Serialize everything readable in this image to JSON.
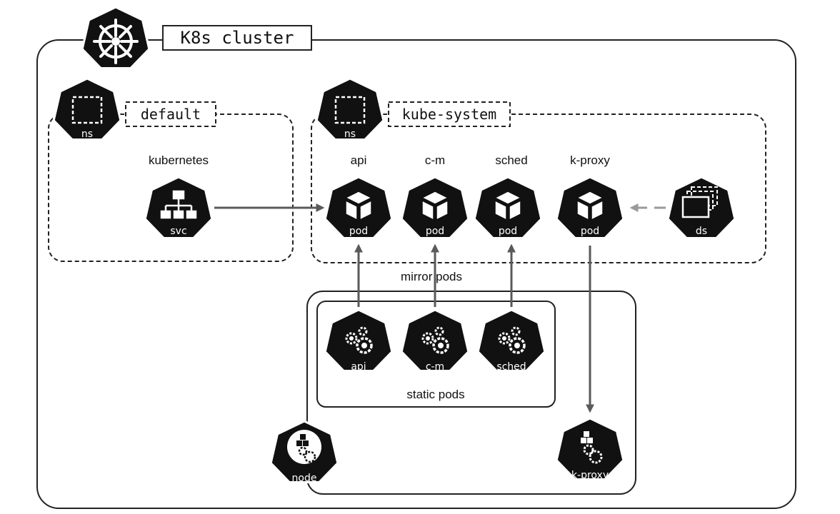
{
  "cluster": {
    "title": "K8s cluster"
  },
  "namespaces": {
    "default": {
      "tag": "default",
      "badge": "ns",
      "service_name": "kubernetes",
      "service_badge": "svc"
    },
    "kube_system": {
      "tag": "kube-system",
      "badge": "ns"
    }
  },
  "pods": [
    {
      "name": "api",
      "badge": "pod"
    },
    {
      "name": "c-m",
      "badge": "pod"
    },
    {
      "name": "sched",
      "badge": "pod"
    },
    {
      "name": "k-proxy",
      "badge": "pod"
    }
  ],
  "daemonset": {
    "badge": "ds"
  },
  "mirror_pods_label": "mirror pods",
  "static_pods": {
    "label": "static pods",
    "items": [
      {
        "badge": "api"
      },
      {
        "badge": "c-m"
      },
      {
        "badge": "sched"
      }
    ]
  },
  "node": {
    "badge": "node"
  },
  "kproxy_process": {
    "badge": "k-proxy"
  },
  "colors": {
    "icon_fill": "#111111",
    "arrow": "#5a5a5a",
    "arrow_dashed": "#9a9a9a"
  }
}
